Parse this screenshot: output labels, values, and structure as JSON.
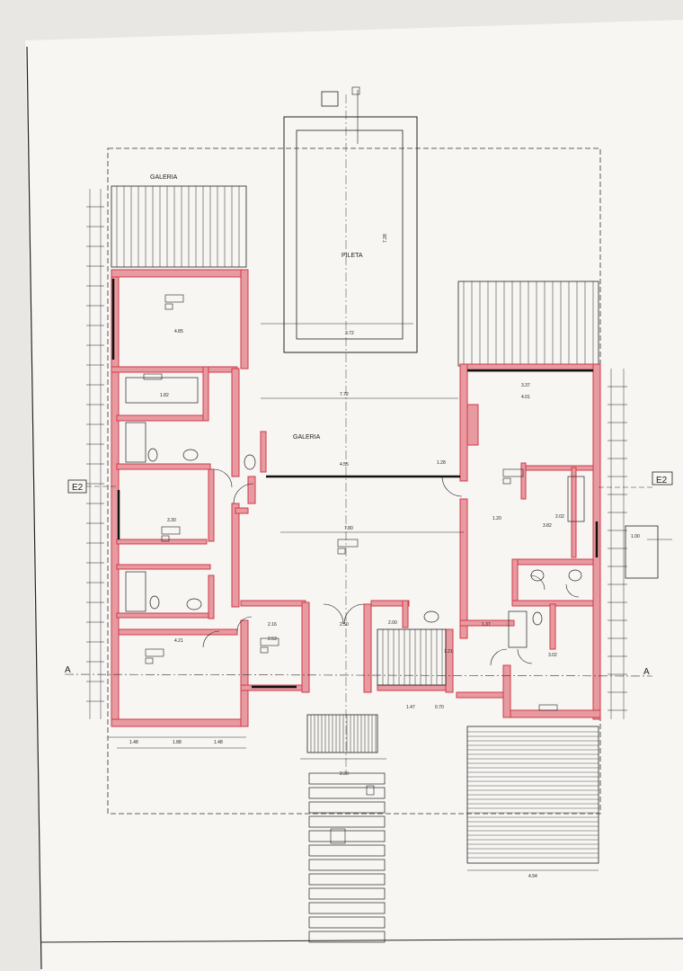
{
  "plan": {
    "labels": {
      "galeria_top": "GALERIA",
      "pileta": "PILETA",
      "galeria_center": "GALERIA",
      "section_left": "E2",
      "section_right": "E2",
      "cut_left": "A",
      "cut_right": "A"
    },
    "dimensions": {
      "pool_width": "3.72",
      "pool_length": "7.28",
      "galeria_width": "7.72",
      "living_width": "7.80",
      "room_top_left": "4.85",
      "room_bottom_left": "4.21",
      "kitchen_a": "3.37",
      "kitchen_b": "4.01",
      "bath_w": "1.82",
      "dorm_w": "3.30",
      "dorm2_w": "2.53",
      "hall_w": "2.16",
      "right_w": "3.02",
      "right_w2": "3.82",
      "bottom_a": "1.48",
      "bottom_b": "1.88",
      "bottom_c": "1.48",
      "path_w": "2.30",
      "deck_w": "4.94",
      "side_w": "1.00",
      "e_0_70": "0.70",
      "e_1_47": "1.47",
      "e_1_37": "1.37",
      "e_1_21": "1.21",
      "e_4_55": "4.55",
      "e_1_28": "1.28",
      "e_2_00": "2.00",
      "e_1_20": "1.20",
      "e_2_02": "2.02",
      "e_2_50": "2.50"
    }
  },
  "colors": {
    "paper": "#f7f6f3",
    "background": "#e9e7e3",
    "wall_fill": "#e79aa0",
    "wall_stroke": "#d23a4a",
    "ink": "#1d1d1d"
  }
}
